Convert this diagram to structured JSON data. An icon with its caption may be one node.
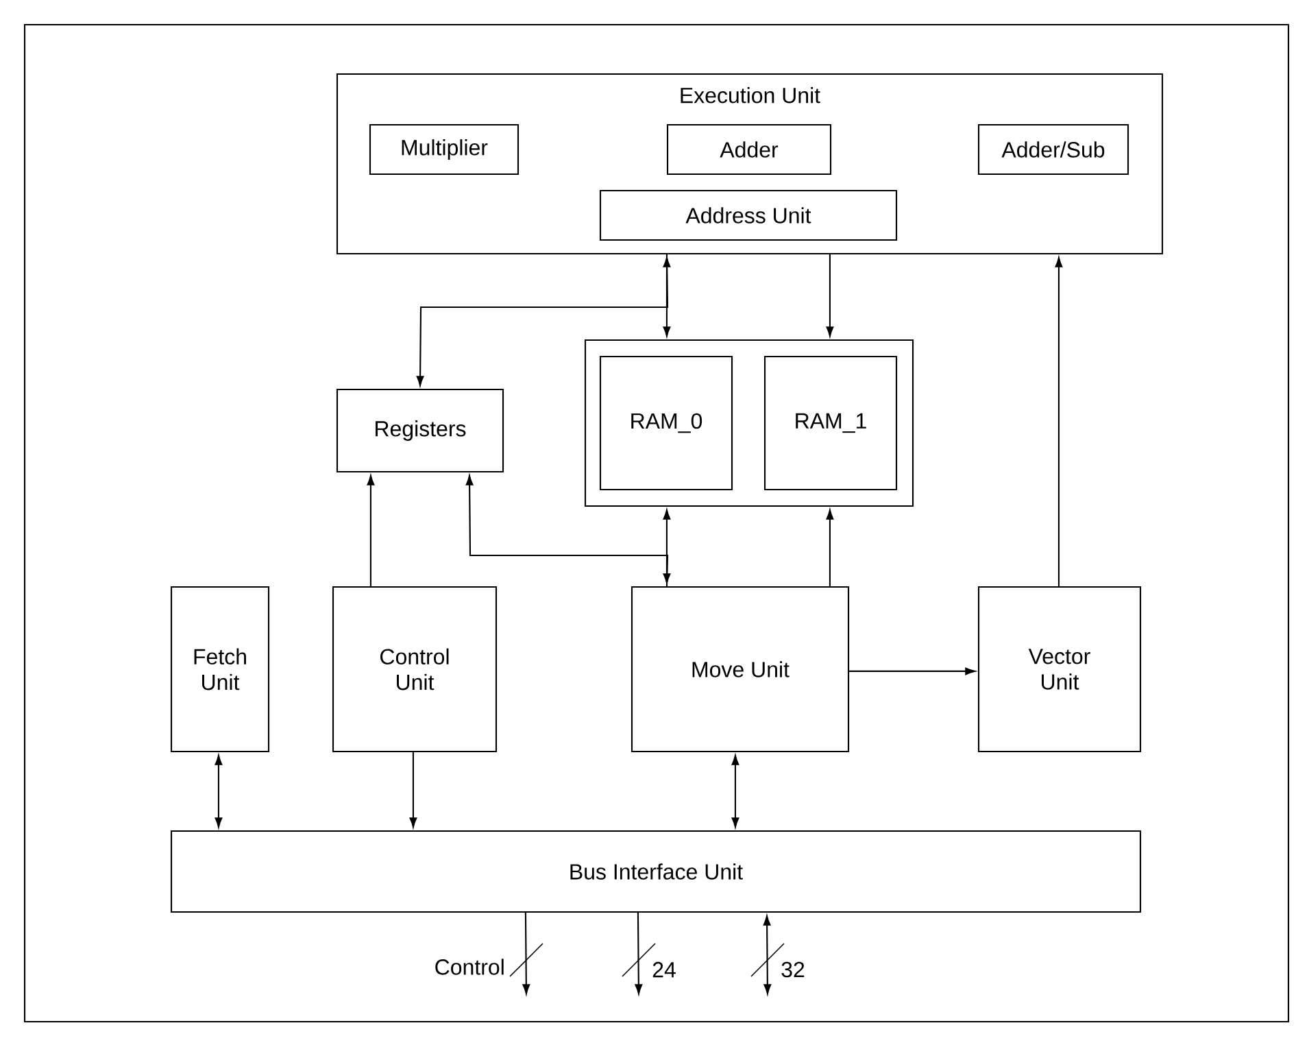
{
  "diagram": {
    "nodes": [
      {
        "text": [
          "Execution Unit"
        ]
      },
      {
        "text": [
          "Multiplier"
        ],
        "in": 0
      },
      {
        "text": [
          "Adder"
        ],
        "in": 0
      },
      {
        "text": [
          "Adder/Sub"
        ],
        "in": 0
      },
      {
        "text": [
          "Address Unit"
        ],
        "in": 0
      },
      {
        "text": [],
        "shape": "box"
      },
      {
        "text": [
          "RAM_0"
        ],
        "in": 5
      },
      {
        "text": [
          "RAM_1"
        ],
        "in": 5
      },
      {
        "text": [
          "Registers"
        ]
      },
      {
        "text": [
          "Fetch Unit"
        ]
      },
      {
        "text": [
          "Control Unit"
        ]
      },
      {
        "text": [
          "Move Unit"
        ]
      },
      {
        "text": [
          "Vector Unit"
        ]
      },
      {
        "text": [
          "Bus Interface Unit"
        ]
      }
    ],
    "edges": [
      {
        "from": 0,
        "to": 5,
        "arrow": "both"
      },
      {
        "from": 0,
        "to": 8,
        "arrow": "to"
      },
      {
        "from": 0,
        "to": 5,
        "arrow": "to"
      },
      {
        "from": 12,
        "to": 0,
        "arrow": "to"
      },
      {
        "from": 10,
        "to": 8,
        "arrow": "to"
      },
      {
        "from": 5,
        "to": 11,
        "arrow": "both"
      },
      {
        "from": 11,
        "to": 8,
        "arrow": "to"
      },
      {
        "from": 11,
        "to": 5,
        "arrow": "to"
      },
      {
        "from": 11,
        "to": 12,
        "arrow": "to"
      },
      {
        "from": 9,
        "to": 13,
        "arrow": "both"
      },
      {
        "from": 10,
        "to": 13,
        "arrow": "to"
      },
      {
        "from": 11,
        "to": 13,
        "arrow": "both"
      },
      {
        "from": 13,
        "to": null,
        "arrow": "to",
        "label": "Control"
      },
      {
        "from": 13,
        "to": null,
        "arrow": "to",
        "label": "24"
      },
      {
        "from": 13,
        "to": null,
        "arrow": "both",
        "label": "32"
      }
    ]
  }
}
